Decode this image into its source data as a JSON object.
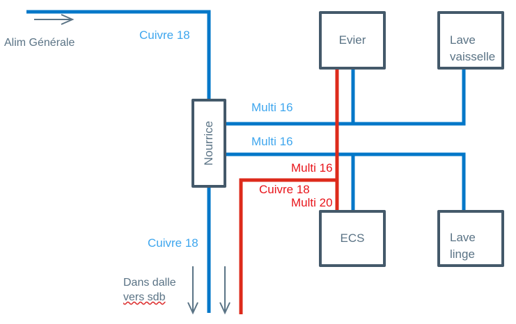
{
  "colors": {
    "cold_pipe": "#0277c8",
    "hot_pipe": "#dd2a1b",
    "box_border": "#44596a",
    "cold_label": "#3ea6ee",
    "hot_label": "#e8141a",
    "annotation": "#5a7385"
  },
  "labels": {
    "alim_generale": "Alim Générale",
    "cuivre_top": "Cuivre 18",
    "multi16_blue_1": "Multi 16",
    "multi16_blue_2": "Multi 16",
    "multi16_red": "Multi 16",
    "cuivre18_red": "Cuivre 18",
    "multi20_red": "Multi 20",
    "cuivre_bottom": "Cuivre 18",
    "dans_dalle": "Dans dalle",
    "vers_sdb": "vers sdb"
  },
  "boxes": {
    "nourrice": "Nourrice",
    "evier": "Evier",
    "lave_vaisselle": [
      "Lave",
      "vaisselle"
    ],
    "ecs": "ECS",
    "lave_linge": [
      "Lave",
      "linge"
    ]
  }
}
